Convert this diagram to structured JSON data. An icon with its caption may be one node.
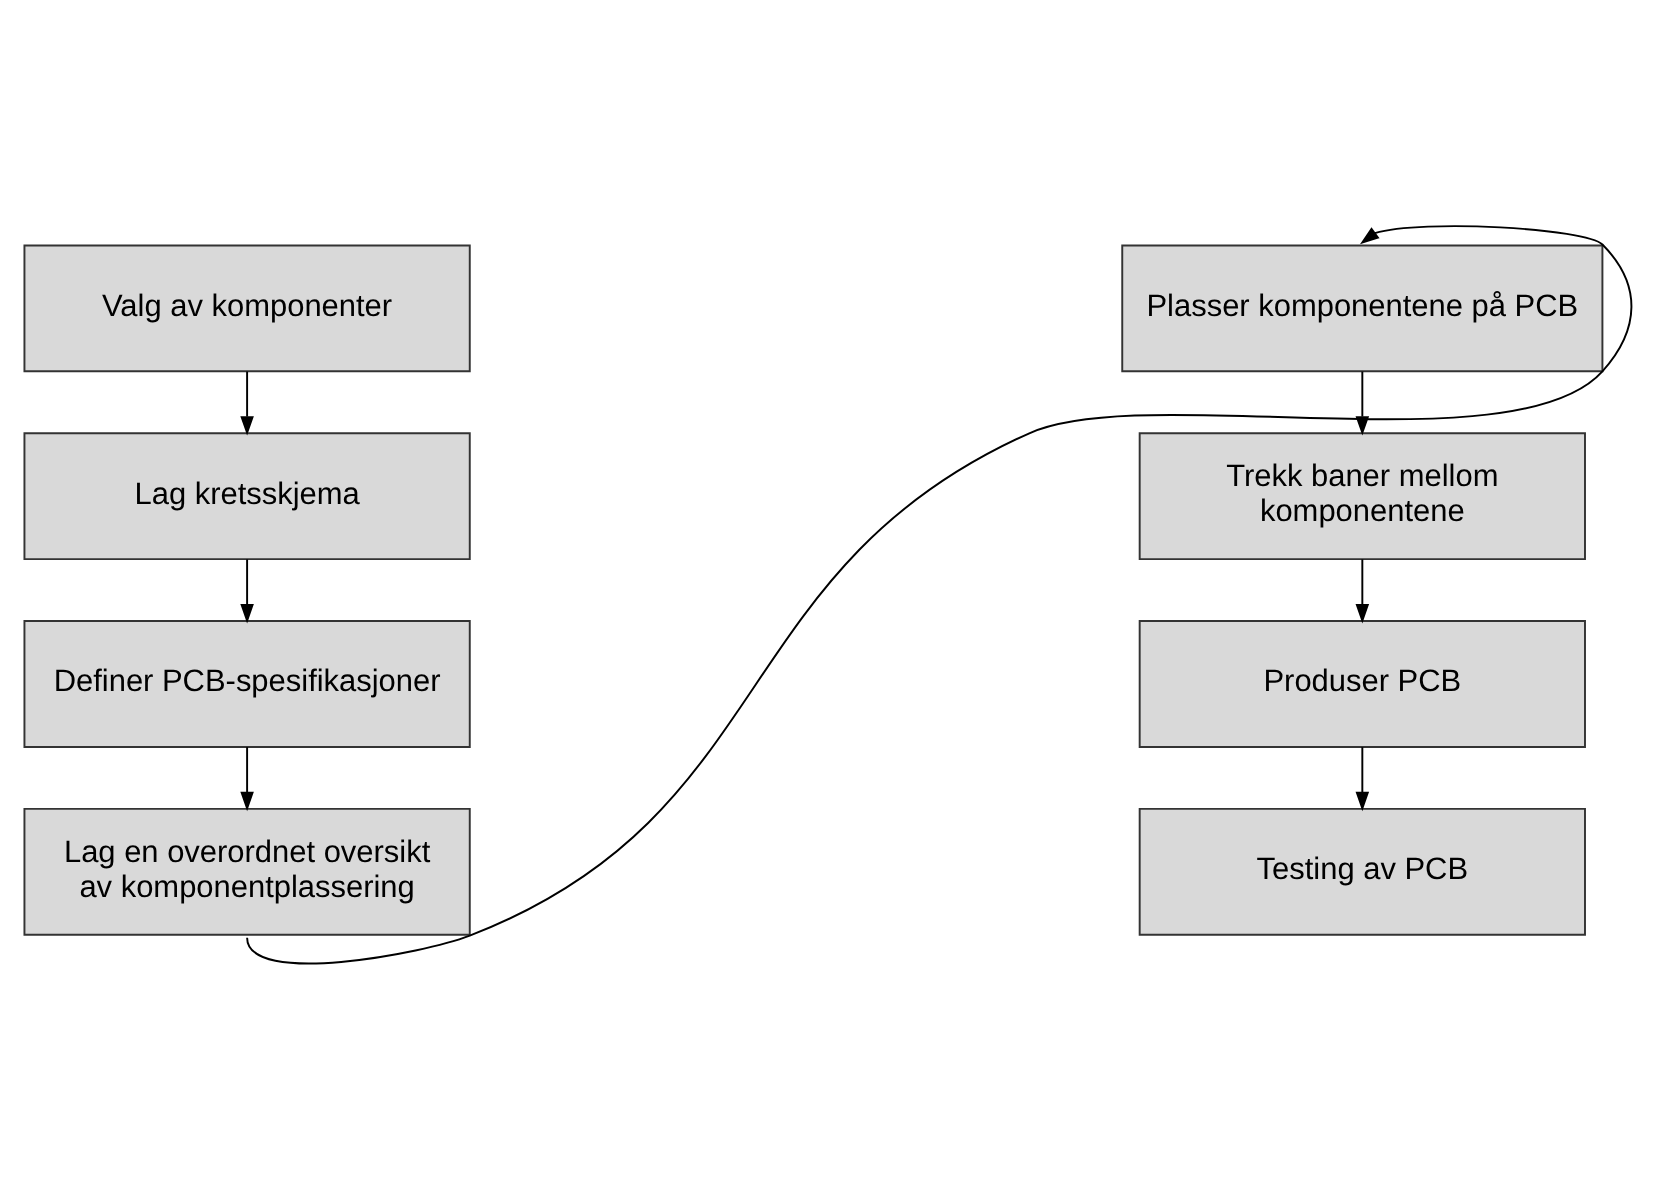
{
  "diagram": {
    "nodes": [
      {
        "text": [
          "Valg av komponenter"
        ]
      },
      {
        "text": [
          "Lag kretsskjema"
        ]
      },
      {
        "text": [
          "Definer PCB-spesifikasjoner"
        ]
      },
      {
        "text": [
          "Lag en overordnet oversikt av komponentplassering"
        ]
      },
      {
        "text": [
          "Plasser komponentene på PCB"
        ]
      },
      {
        "text": [
          "Trekk baner mellom komponentene"
        ]
      },
      {
        "text": [
          "Produser PCB"
        ]
      },
      {
        "text": [
          "Testing av PCB"
        ]
      }
    ],
    "edges": [
      {
        "from": 0,
        "to": 1,
        "arrow": "to"
      },
      {
        "from": 1,
        "to": 2,
        "arrow": "to"
      },
      {
        "from": 2,
        "to": 3,
        "arrow": "to"
      },
      {
        "from": 3,
        "to": 4,
        "arrow": "to"
      },
      {
        "from": 4,
        "to": 5,
        "arrow": "to"
      },
      {
        "from": 5,
        "to": 6,
        "arrow": "to"
      },
      {
        "from": 6,
        "to": 7,
        "arrow": "to"
      }
    ]
  }
}
